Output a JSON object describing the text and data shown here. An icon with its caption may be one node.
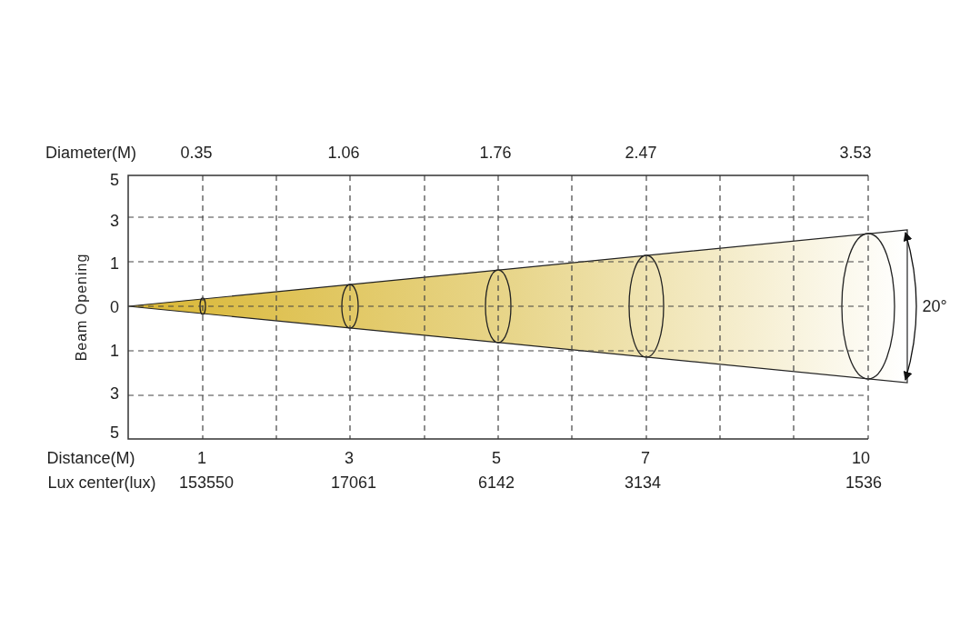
{
  "diagram": {
    "labels": [
      "Diameter(M)",
      "0.35",
      "1.06",
      "1.76",
      "2.47",
      "3.53",
      "5",
      "3",
      "1",
      "Beam Opening",
      "0",
      "20°",
      "1",
      "3",
      "5",
      "Distance(M)",
      "1",
      "3",
      "5",
      "7",
      "10",
      "Lux center(lux)",
      "153550",
      "17061",
      "6142",
      "3134",
      "1536"
    ]
  }
}
